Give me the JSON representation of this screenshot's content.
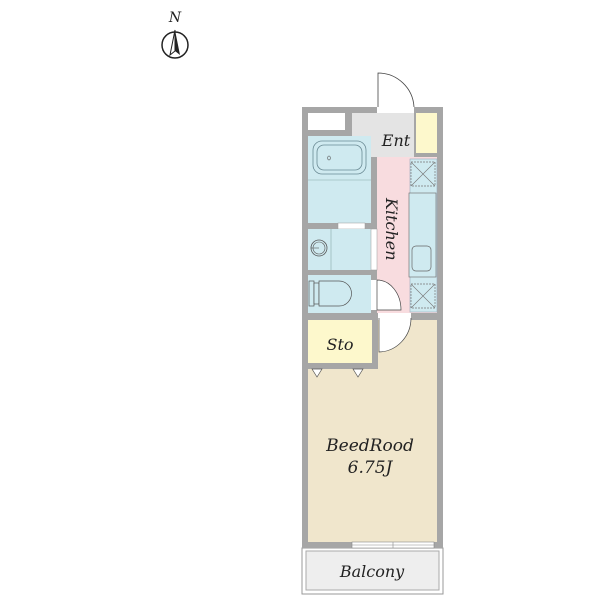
{
  "compass": {
    "label": "N"
  },
  "rooms": {
    "entrance": "Ent",
    "kitchen": "Kitchen",
    "storage": "Sto",
    "bedroom": "BeedRood",
    "bedroom_size": "6.75J",
    "balcony": "Balcony"
  },
  "colors": {
    "wall": "#a6a6a6",
    "wet": "#cfeaf0",
    "kitchen": "#f8dcdf",
    "storage": "#fdf8cc",
    "bedroom": "#f0e6cc",
    "entrance": "#e4e4e4",
    "balcony": "#eeeeee"
  }
}
